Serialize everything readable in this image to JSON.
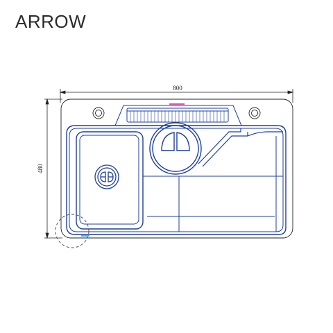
{
  "brand": {
    "name": "ARROW"
  },
  "dimensions": {
    "width_label": "800",
    "height_label": "480"
  },
  "colors": {
    "outline": "#1d3f9c",
    "line": "#222222",
    "accent_pink": "#e84fb5",
    "accent_cyan": "#3fb8e8"
  }
}
